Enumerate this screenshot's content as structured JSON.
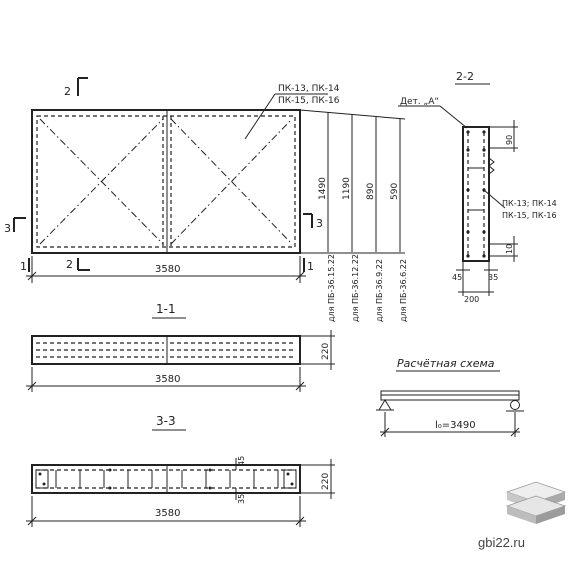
{
  "labels": {
    "mark_2": "2",
    "mark_3": "3",
    "mark_1": "1",
    "rebar_plan": [
      "ПК-13, ПК-14",
      "ПК-15, ПК-16"
    ],
    "rebar_section": [
      "ПК-13; ПК-14",
      "ПК-15, ПК-16"
    ],
    "detail": "Дет. „А“",
    "section_22": "2-2",
    "section_11": "1-1",
    "section_33": "3-3",
    "scheme_title": "Расчётная схема",
    "span": "l₀=3490"
  },
  "dims": {
    "length": "3580",
    "height": "220",
    "width_1490": "1490",
    "width_1190": "1190",
    "width_890": "890",
    "width_590": "590",
    "d90": "90",
    "d10": "10",
    "d35": "35",
    "d45": "45",
    "d200": "200",
    "d45b": "45",
    "d35b": "35"
  },
  "for_types": [
    "для ПБ-36.15.22",
    "для ПБ-36.12.22",
    "для ПБ-36.9.22",
    "для ПБ-36.6.22"
  ],
  "watermark": "gbi22.ru"
}
